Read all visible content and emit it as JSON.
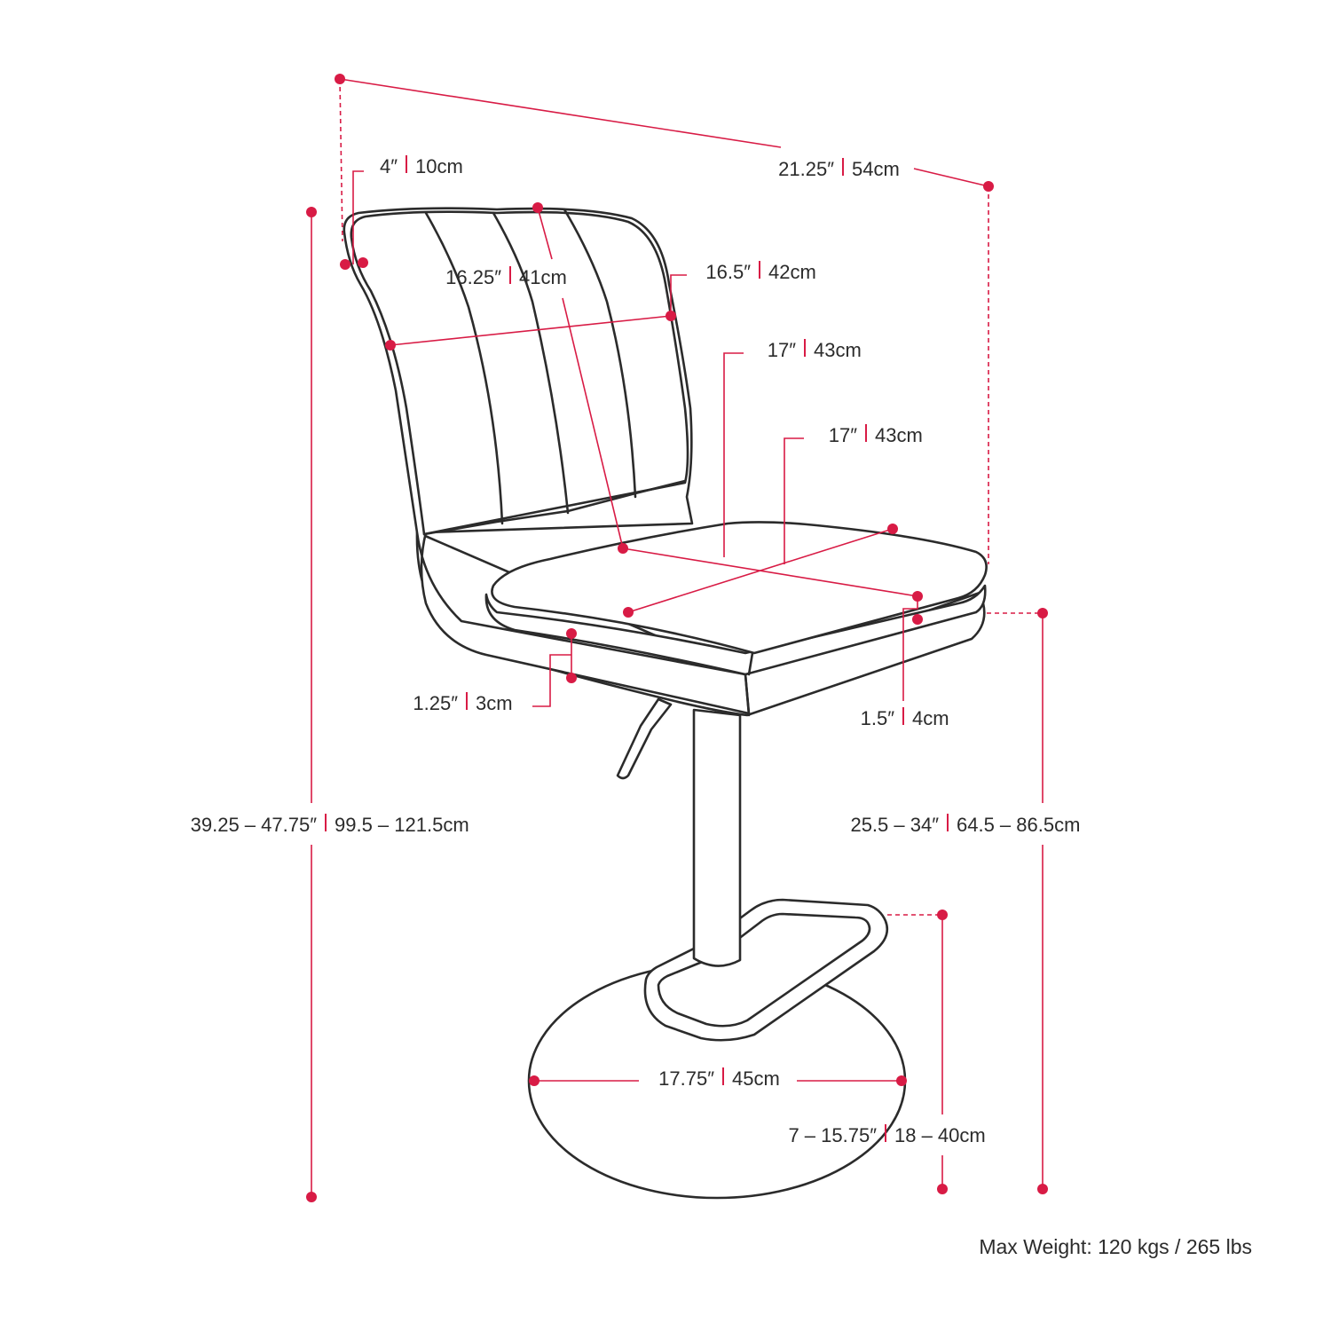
{
  "accent_color": "#d81b45",
  "line_color": "#2b2b2b",
  "dimensions": {
    "overall_depth": {
      "imperial": "21.25″",
      "metric": "54cm"
    },
    "back_thickness": {
      "imperial": "4″",
      "metric": "10cm"
    },
    "back_height": {
      "imperial": "16.25″",
      "metric": "41cm"
    },
    "back_width": {
      "imperial": "16.5″",
      "metric": "42cm"
    },
    "seat_width": {
      "imperial": "17″",
      "metric": "43cm"
    },
    "seat_depth": {
      "imperial": "17″",
      "metric": "43cm"
    },
    "seat_edge_thickness": {
      "imperial": "1.25″",
      "metric": "3cm"
    },
    "seat_cushion_thickness": {
      "imperial": "1.5″",
      "metric": "4cm"
    },
    "overall_height": {
      "imperial": "39.25 – 47.75″",
      "metric": "99.5 – 121.5cm"
    },
    "seat_height": {
      "imperial": "25.5 – 34″",
      "metric": "64.5 – 86.5cm"
    },
    "base_diameter": {
      "imperial": "17.75″",
      "metric": "45cm"
    },
    "footrest_height": {
      "imperial": "7 – 15.75″",
      "metric": "18 – 40cm"
    }
  },
  "max_weight_note": "Max Weight: 120 kgs / 265 lbs"
}
